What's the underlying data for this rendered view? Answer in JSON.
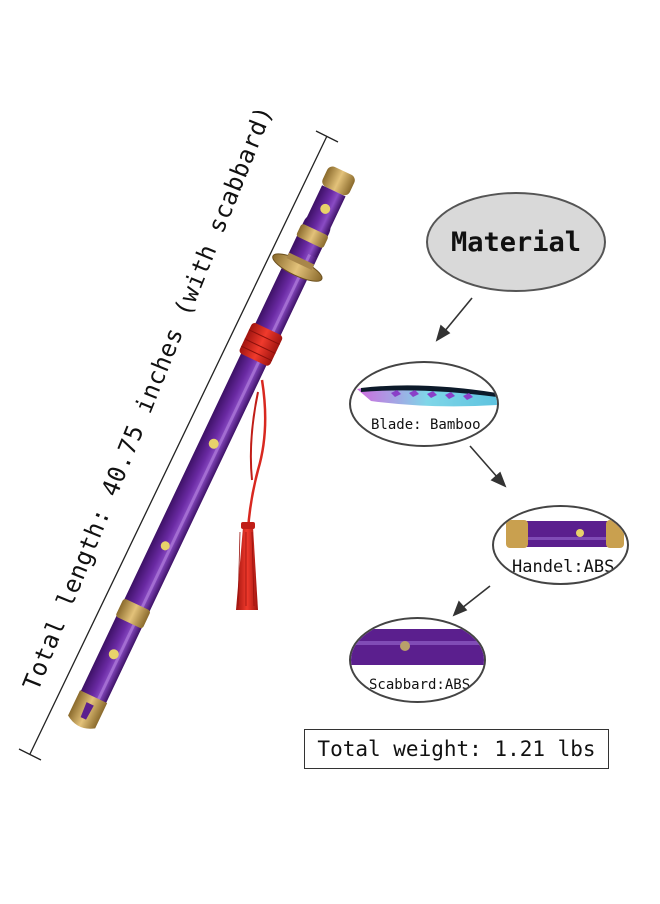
{
  "length_label": "Total length: 40.75 inches (with scabbard)",
  "material_title": "Material",
  "parts": {
    "blade": "Blade: Bamboo",
    "handle": "Handel:ABS",
    "scabbard": "Scabbard:ABS"
  },
  "weight_label": "Total weight: 1.21 lbs",
  "colors": {
    "scabbard_purple": "#5b1f8e",
    "gold_fittings": "#c9a04f",
    "tassel_red": "#e0281f",
    "bubble_gray": "#d9d9d9"
  }
}
